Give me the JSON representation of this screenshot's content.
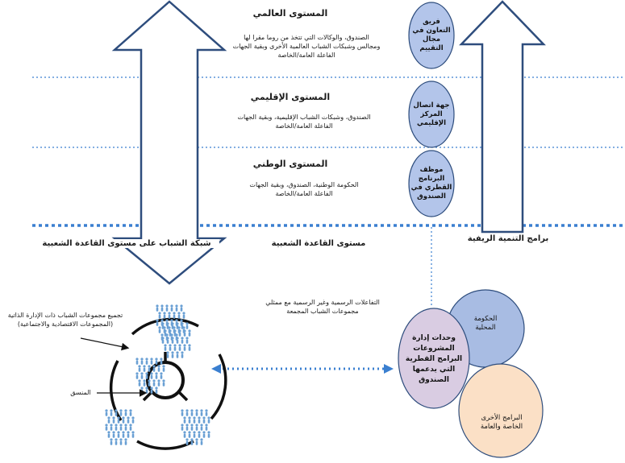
{
  "levels": {
    "global": {
      "title": "المستوى العالمي",
      "line1": "الصندوق، والوكالات التي تتخذ من روما مقرا لها",
      "line2": "ومجالس وشبكات الشباب العالمية الأخرى وبقية الجهات",
      "line3": "الفاعلة العامة/الخاصة"
    },
    "regional": {
      "title": "المستوى الإقليمي",
      "line1": "الصندوق، وشبكات الشباب الإقليمية، وبقية الجهات",
      "line2": "الفاعلة العامة/الخاصة"
    },
    "national": {
      "title": "المستوى الوطني",
      "line1": "الحكومة الوطنية، الصندوق، وبقية الجهات",
      "line2": "الفاعلة العامة/الخاصة"
    }
  },
  "right_circles": {
    "c1": [
      "فريق",
      "التعاون في",
      "مجال",
      "التقييم"
    ],
    "c2": [
      "جهة اتصال",
      "المركز",
      "الإقليمي"
    ],
    "c3": [
      "موظف",
      "البرنامج",
      "القطري في",
      "الصندوق"
    ]
  },
  "headings": {
    "left": "شبكة الشباب على مستوى القاعدة الشعبية",
    "middle": "مستوى القاعدة الشعبية",
    "right": "برامج التنمية الريفية"
  },
  "interactions": {
    "line1": "التفاعلات الرسمية وغير الرسمية مع ممثلي",
    "line2": "مجموعات الشباب المجمعة"
  },
  "left_cluster": {
    "group_line1": "تجميع مجموعات الشباب ذات الإدارة الذاتية",
    "group_line2": "(المجموعات الاقتصادية والاجتماعية)",
    "coordinator": "المنسق"
  },
  "venn": {
    "government": [
      "الحكومة",
      "المحلية"
    ],
    "units": [
      "وحدات إدارة",
      "المشروعات",
      "البرامج القطرية",
      "التي يدعمها",
      "الصندوق"
    ],
    "others": [
      "البرامج الأخرى",
      "الخاصة والعامة"
    ]
  },
  "colors": {
    "arrow": "#2e4d7d",
    "dotted": "#3a7fd0",
    "circle_fill": "#b3c5ea",
    "circle_stroke": "#2e4d7d",
    "gov_fill": "#a8bce3",
    "units_fill": "#d9cce2",
    "others_fill": "#fbe0c6",
    "people": "#6aa0d4"
  }
}
